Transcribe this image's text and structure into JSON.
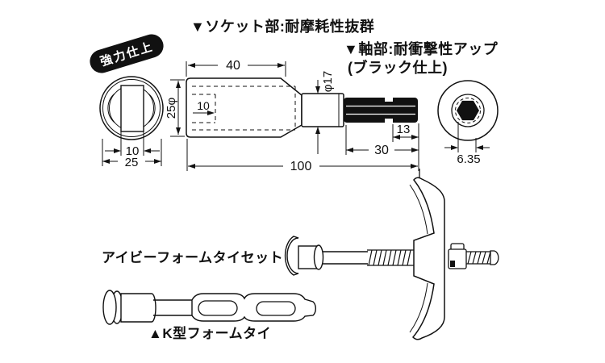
{
  "colors": {
    "ink": "#111111",
    "background": "#ffffff",
    "badge_bg": "#111111",
    "badge_text": "#ffffff"
  },
  "badge": {
    "text": "強力仕上"
  },
  "callouts": {
    "socket": "▼ソケット部:耐摩耗性抜群",
    "shaft": "▼軸部:耐衝撃性アップ",
    "shaft_sub": "(ブラック仕上)"
  },
  "labels": {
    "tie_set": "アイビーフォームタイセット",
    "k_tie": "▲K型フォームタイ"
  },
  "dimensions": {
    "socket_length": "40",
    "socket_od": "25φ",
    "drive_depth": "10",
    "tip_dia": "φ17",
    "groove_length": "13",
    "shank_length": "30",
    "overall_length": "100",
    "slot_width": "10",
    "front_od": "25",
    "hex_size": "6.35"
  }
}
